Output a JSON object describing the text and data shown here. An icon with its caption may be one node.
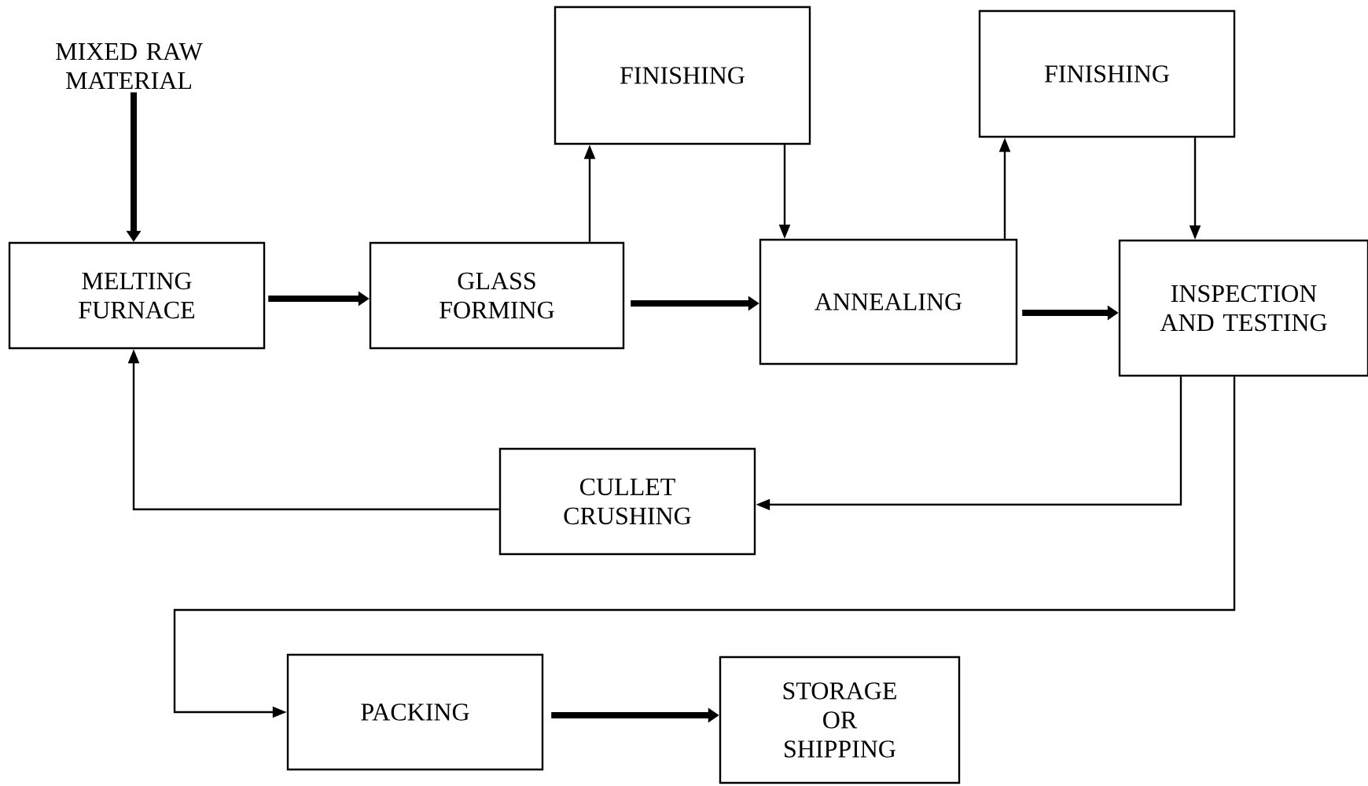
{
  "diagram": {
    "nodes": [
      {
        "text": [
          "MIXED RAW MATERIAL"
        ]
      },
      {
        "text": [
          "MELTING FURNACE"
        ]
      },
      {
        "text": [
          "GLASS FORMING"
        ]
      },
      {
        "text": [
          "FINISHING"
        ]
      },
      {
        "text": [
          "ANNEALING"
        ]
      },
      {
        "text": [
          "FINISHING"
        ]
      },
      {
        "text": [
          "INSPECTION AND TESTING"
        ]
      },
      {
        "text": [
          "CULLET CRUSHING"
        ]
      },
      {
        "text": [
          "PACKING"
        ]
      },
      {
        "text": [
          "STORAGE OR SHIPPING"
        ]
      }
    ],
    "edges": [
      {
        "from": 0,
        "to": 1,
        "arrow": "to",
        "style": "thick"
      },
      {
        "from": 1,
        "to": 2,
        "arrow": "to",
        "style": "thick"
      },
      {
        "from": 2,
        "to": 3,
        "arrow": "to"
      },
      {
        "from": 3,
        "to": 4,
        "arrow": "to"
      },
      {
        "from": 2,
        "to": 4,
        "arrow": "to",
        "style": "thick"
      },
      {
        "from": 4,
        "to": 5,
        "arrow": "to"
      },
      {
        "from": 5,
        "to": 6,
        "arrow": "to"
      },
      {
        "from": 4,
        "to": 6,
        "arrow": "to",
        "style": "thick"
      },
      {
        "from": 6,
        "to": 7,
        "arrow": "to"
      },
      {
        "from": 7,
        "to": 1,
        "arrow": "to"
      },
      {
        "from": 6,
        "to": 8,
        "arrow": "to"
      },
      {
        "from": 8,
        "to": 9,
        "arrow": "to",
        "style": "thick"
      }
    ]
  }
}
